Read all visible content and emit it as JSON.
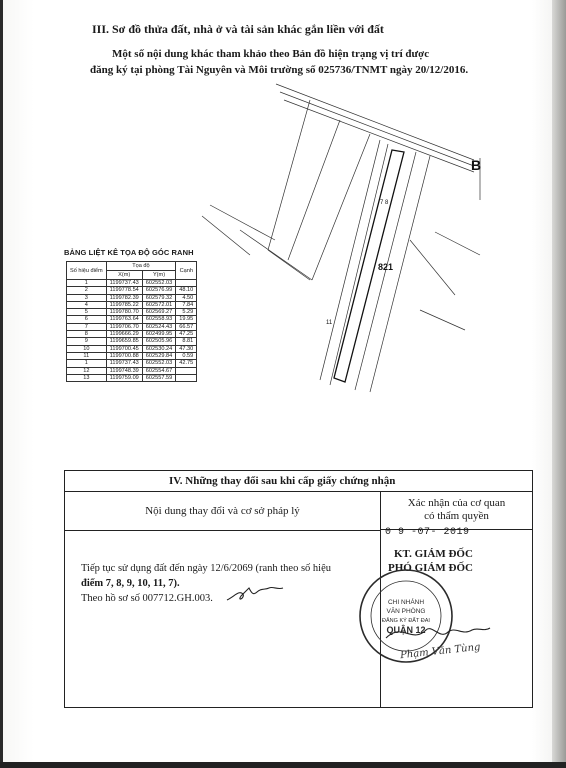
{
  "section3": {
    "title": "III. Sơ đồ thửa đất, nhà ở và tài sản khác gắn liền với đất",
    "ref_line1": "Một số nội dung khác tham khảo theo Bản đồ hiện trạng vị trí được",
    "ref_line2": "đăng ký tại phòng Tài Nguyên và Môi trường số 025736/TNMT ngày 20/12/2016."
  },
  "plan": {
    "direction_label": "B",
    "parcel_number": "821",
    "point_label_11": "11",
    "point_label_7": "7 8"
  },
  "coord_table": {
    "title": "BẢNG LIỆT KÊ TỌA ĐỘ GÓC RANH",
    "headers": {
      "point": "Số hiệu điểm",
      "coord": "Tọa độ",
      "x": "X(m)",
      "y": "Y(m)",
      "edge": "Cạnh"
    },
    "rows": [
      {
        "p": "1",
        "x": "1199737.43",
        "y": "602552.03"
      },
      {
        "p": "2",
        "x": "1199778.54",
        "y": "602576.99"
      },
      {
        "p": "3",
        "x": "1199782.39",
        "y": "602579.32"
      },
      {
        "p": "4",
        "x": "1199785.22",
        "y": "602572.01"
      },
      {
        "p": "5",
        "x": "1199780.70",
        "y": "602569.27"
      },
      {
        "p": "6",
        "x": "1199763.64",
        "y": "602558.93"
      },
      {
        "p": "7",
        "x": "1199706.70",
        "y": "602524.43"
      },
      {
        "p": "8",
        "x": "1199666.29",
        "y": "602499.95"
      },
      {
        "p": "9",
        "x": "1199659.85",
        "y": "602505.96"
      },
      {
        "p": "10",
        "x": "1199700.45",
        "y": "602530.24"
      },
      {
        "p": "11",
        "x": "1199700.88",
        "y": "602529.84"
      },
      {
        "p": "1",
        "x": "1199737.43",
        "y": "602552.03"
      },
      {
        "p": "12",
        "x": "1199748.39",
        "y": "602554.67"
      },
      {
        "p": "13",
        "x": "1199759.09",
        "y": "602557.59"
      }
    ],
    "edges": [
      "48.10",
      "4.50",
      "7.84",
      "5.29",
      "19.95",
      "66.57",
      "47.25",
      "8.81",
      "47.30",
      "0.59",
      "42.75"
    ]
  },
  "section4": {
    "title": "IV. Những thay đổi sau khi cấp giấy chứng nhận",
    "col_left_header": "Nội dung thay đổi và cơ sở pháp lý",
    "col_right_header_l1": "Xác nhận của cơ quan",
    "col_right_header_l2": "có thẩm quyền",
    "body_line1": "Tiếp tục sử dụng đất đến ngày 12/6/2069 (ranh theo số hiệu",
    "body_line2": "điểm 7, 8, 9, 10, 11, 7).",
    "body_line3": "Theo hồ sơ số 007712.GH.003.",
    "confirm_date": "0 9 -07- 2019",
    "confirm_role1": "KT. GIÁM ĐỐC",
    "confirm_role2": "PHÓ GIÁM ĐỐC",
    "stamp_text1": "CHI NHÁNH",
    "stamp_text2": "VĂN PHÒNG",
    "stamp_text3": "ĐĂNG KÝ ĐẤT ĐAI",
    "stamp_text4": "QUẬN 12",
    "signer_name": "Phạm Văn Tùng"
  },
  "colors": {
    "ink": "#1a1a1a",
    "stamp": "#2b2b2b"
  }
}
